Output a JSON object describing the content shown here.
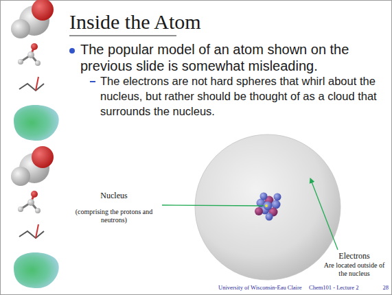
{
  "diagram": {
    "title": "Inside the Atom",
    "labels": [
      "The popular model of an atom shown on the previous slide is somewhat misleading.",
      "The electrons are not hard spheres that whirl about the nucleus, but rather should be thought of as a cloud that surrounds the nucleus.",
      "Nucleus",
      "(comprising the protons and neutrons)",
      "Electrons",
      "Are located outside of the nucleus",
      "University of Wisconsin-Eau Claire",
      "Chem101 - Lecture 2",
      "28"
    ]
  }
}
